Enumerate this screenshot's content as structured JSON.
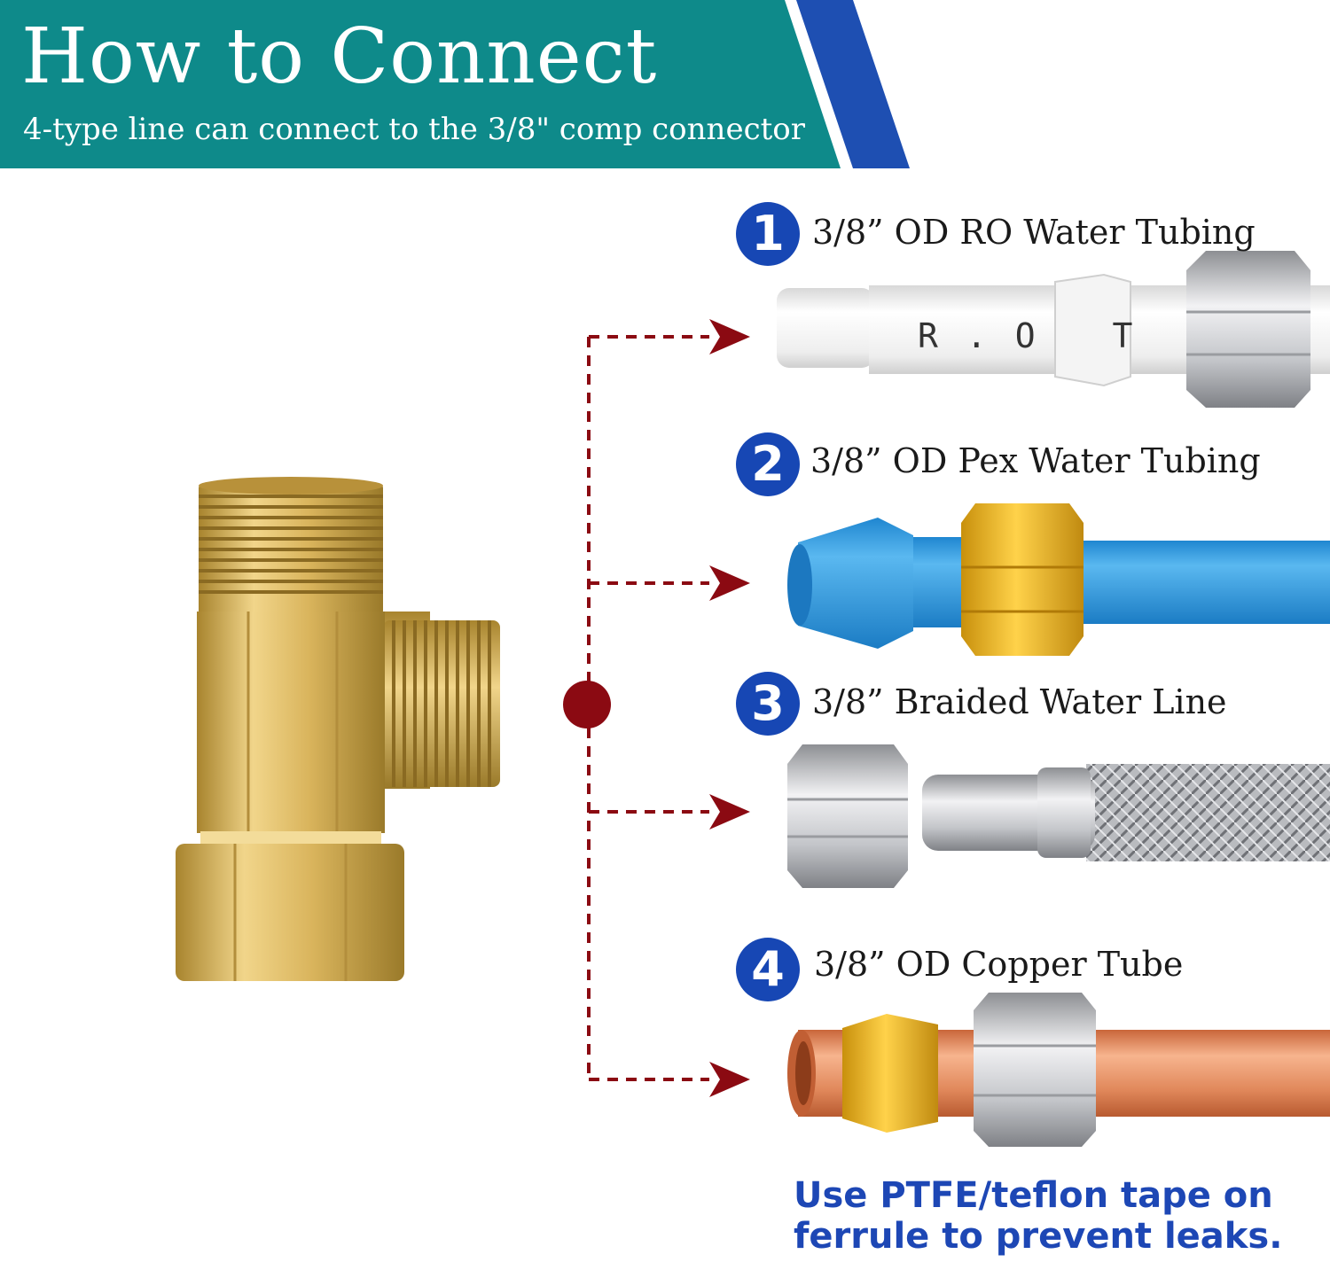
{
  "header": {
    "title": "How to Connect",
    "subtitle": "4-type line can connect to the 3/8\" comp connector"
  },
  "items": [
    {
      "number": "1",
      "label": "3/8” OD RO Water Tubing",
      "tube_print": "R.O T"
    },
    {
      "number": "2",
      "label": "3/8” OD Pex Water Tubing"
    },
    {
      "number": "3",
      "label": "3/8” Braided Water Line"
    },
    {
      "number": "4",
      "label": "3/8” OD Copper Tube"
    }
  ],
  "tip": {
    "line1": "Use PTFE/teflon tape on",
    "line2": "ferrule to prevent leaks."
  },
  "colors": {
    "header_teal": "#0e8a8a",
    "header_blue": "#1e4fb2",
    "number_badge": "#1747b4",
    "connector_red": "#8b0a12",
    "brass": "#d9b45c",
    "pex_blue": "#2f9be0",
    "copper": "#e0875a",
    "tip_text": "#1d47b5"
  }
}
